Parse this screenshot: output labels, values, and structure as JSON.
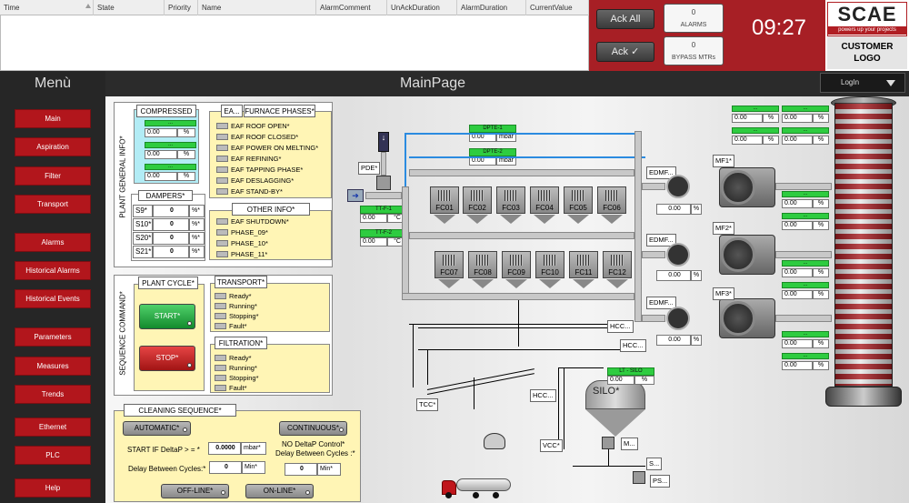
{
  "alarm_table": {
    "columns": [
      "Time",
      "State",
      "Priority",
      "Name",
      "AlarmComment",
      "UnAckDuration",
      "AlarmDuration",
      "CurrentValue"
    ]
  },
  "alarm_panel": {
    "ack_all": "Ack All",
    "ack": "Ack",
    "alarms_count": "0",
    "alarms_label": "ALARMS",
    "bypass_count": "0",
    "bypass_label": "BYPASS MTRs"
  },
  "clock": "09:27",
  "logo": {
    "brand": "SCAE",
    "tagline": "powers up your projects",
    "customer": "CUSTOMER",
    "customer2": "LOGO"
  },
  "menu": {
    "title": "Menù",
    "items": [
      "Main",
      "Aspiration",
      "Filter",
      "Transport",
      "Alarms",
      "Historical Alarms",
      "Historical Events",
      "Parameters",
      "Measures",
      "Trends",
      "Ethernet",
      "PLC",
      "Help"
    ]
  },
  "header": {
    "title": "MainPage",
    "login": "LogIn"
  },
  "plant_general": {
    "label": "PLANT GENERAL INFO*",
    "compressed_air": {
      "title": "COMPRESSED AIR*",
      "rows": [
        {
          "bar": "...",
          "value": "0.00",
          "unit": "%"
        },
        {
          "bar": "...",
          "value": "0.00",
          "unit": "%"
        },
        {
          "bar": "...",
          "value": "0.00",
          "unit": "%"
        }
      ]
    },
    "dampers": {
      "title": "DAMPERS*",
      "rows": [
        {
          "name": "S9*",
          "value": "0",
          "unit": "%*"
        },
        {
          "name": "S10*",
          "value": "0",
          "unit": "%*"
        },
        {
          "name": "S20*",
          "value": "0",
          "unit": "%*"
        },
        {
          "name": "S21*",
          "value": "0",
          "unit": "%*"
        }
      ]
    },
    "eaf_label": "EA...",
    "furnace": {
      "title": "FURNACE PHASES*",
      "items": [
        "EAF ROOF OPEN*",
        "EAF ROOF CLOSED*",
        "EAF POWER ON MELTING*",
        "EAF REFINING*",
        "EAF TAPPING PHASE*",
        "EAF DESLAGGING*",
        "EAF STAND-BY*"
      ]
    },
    "other": {
      "title": "OTHER INFO*",
      "items": [
        "EAF SHUTDOWN*",
        "PHASE_09*",
        "PHASE_10*",
        "PHASE_11*"
      ]
    }
  },
  "sequence": {
    "label": "SEQUENCE COMMAND*",
    "plant_cycle": "PLANT CYCLE*",
    "start": "START*",
    "stop": "STOP*",
    "transport": {
      "title": "TRANSPORT*",
      "items": [
        "Ready*",
        "Running*",
        "Stopping*",
        "Fault*"
      ]
    },
    "filtration": {
      "title": "FILTRATION*",
      "items": [
        "Ready*",
        "Running*",
        "Stopping*",
        "Fault*"
      ]
    }
  },
  "cleaning": {
    "title": "CLEANING SEQUENCE*",
    "automatic": "AUTOMATIC*",
    "continuous": "CONTINUOUS*",
    "start_if": "START IF DeltaP > = *",
    "start_value": "0.0000",
    "start_unit": "mbar*",
    "delay_label": "Delay Between Cycles:*",
    "delay_value": "0",
    "delay_unit": "Min*",
    "no_delta": "NO DeltaP Control*",
    "delay2_label": "Delay Between Cycles :*",
    "delay2_value": "0",
    "delay2_unit": "Min*",
    "off_line": "OFF-LINE*",
    "on_line": "ON-LINE*"
  },
  "process": {
    "dpte1": {
      "label": "DPTE-1",
      "value": "0.00",
      "unit": "mbar"
    },
    "dpte2": {
      "label": "DPTE-2",
      "value": "0.00",
      "unit": "mbar"
    },
    "tt1": {
      "label": "TT-F-1",
      "value": "0.00",
      "unit": "°C"
    },
    "tt2": {
      "label": "TT-F-2",
      "value": "0.00",
      "unit": "°C"
    },
    "pde": "PDE*",
    "filters_top": [
      "FC01",
      "FC02",
      "FC03",
      "FC04",
      "FC05",
      "FC06"
    ],
    "filters_bottom": [
      "FC07",
      "FC08",
      "FC09",
      "FC10",
      "FC11",
      "FC12"
    ],
    "edmf": [
      {
        "label": "EDMF...",
        "value": "0.00",
        "unit": "%"
      },
      {
        "label": "EDMF...",
        "value": "0.00",
        "unit": "%"
      },
      {
        "label": "EDMF...",
        "value": "0.00",
        "unit": "%"
      }
    ],
    "mf": [
      "MF1*",
      "MF2*",
      "MF3*"
    ],
    "fan_bars": {
      "bar": "...",
      "value": "0.00",
      "unit": "%"
    },
    "hcc": [
      "HCC...",
      "HCC...",
      "HCC..."
    ],
    "tcc": "TCC*",
    "silo": "SILO*",
    "lt_silo": {
      "label": "LT - SILO",
      "value": "0.00",
      "unit": "%"
    },
    "vcc": "VCC*",
    "m": "M...",
    "s": "S...",
    "ps": "PS..."
  }
}
